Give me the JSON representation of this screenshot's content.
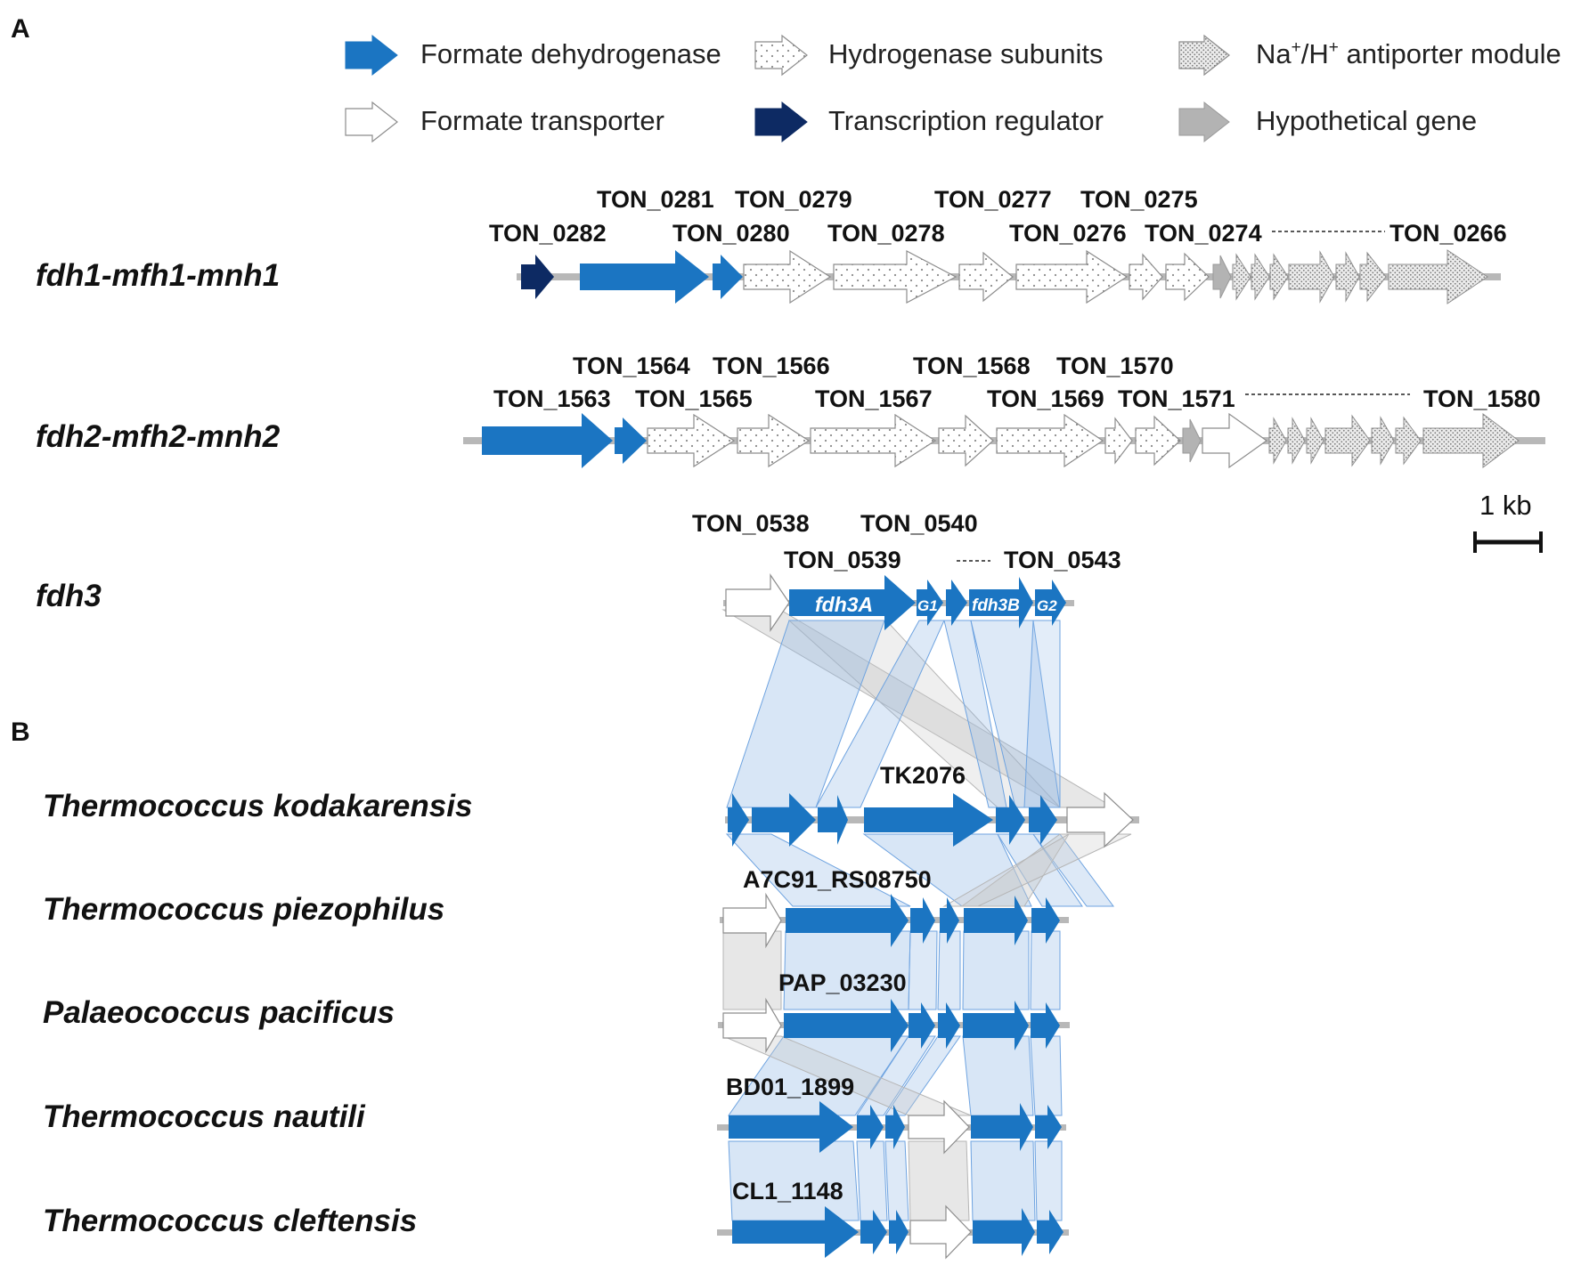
{
  "panels": {
    "a": "A",
    "b": "B"
  },
  "colors": {
    "fdh": "#1b75c2",
    "regulator": "#0d2a63",
    "hypothetical": "#b3b3b3",
    "backbone": "#b8b8b8",
    "outline": "#8c8c8c",
    "blue_link": "#8fb6e6",
    "gray_link": "#c9c9c9"
  },
  "legend": [
    {
      "label": "Formate dehydrogenase",
      "fill": "fdh"
    },
    {
      "label": "Hydrogenase subunits",
      "fill": "dots-sparse"
    },
    {
      "label": "Na+/H+ antiporter module",
      "label_parts": [
        "Na",
        "+",
        "/H",
        "+",
        " antiporter module"
      ],
      "fill": "dots-dense"
    },
    {
      "label": "Formate transporter",
      "fill": "white"
    },
    {
      "label": "Transcription regulator",
      "fill": "regulator"
    },
    {
      "label": "Hypothetical gene",
      "fill": "hypothetical"
    }
  ],
  "scale_bar": {
    "label": "1 kb"
  },
  "panel_a": [
    {
      "title": "fdh1-mfh1-mnh1",
      "top_labels": [
        "TON_0281",
        "TON_0279",
        "TON_0277",
        "TON_0275"
      ],
      "bottom_labels": [
        "TON_0282",
        "TON_0280",
        "TON_0278",
        "TON_0276",
        "TON_0274",
        "TON_0266"
      ]
    },
    {
      "title": "fdh2-mfh2-mnh2",
      "top_labels": [
        "TON_1564",
        "TON_1566",
        "TON_1568",
        "TON_1570"
      ],
      "bottom_labels": [
        "TON_1563",
        "TON_1565",
        "TON_1567",
        "TON_1569",
        "TON_1571",
        "TON_1580"
      ]
    },
    {
      "title": "fdh3",
      "top_labels": [
        "TON_0538",
        "TON_0540"
      ],
      "bottom_labels": [
        "TON_0539",
        "TON_0543"
      ],
      "inner_labels": [
        "fdh3A",
        "G1",
        "fdh3B",
        "G2"
      ]
    }
  ],
  "panel_b": [
    {
      "title": "Thermococcus kodakarensis",
      "label": "TK2076"
    },
    {
      "title": "Thermococcus piezophilus",
      "label": "A7C91_RS08750"
    },
    {
      "title": "Palaeococcus pacificus",
      "label": "PAP_03230"
    },
    {
      "title": "Thermococcus nautili",
      "label": "BD01_1899"
    },
    {
      "title": "Thermococcus cleftensis",
      "label": "CL1_1148"
    }
  ]
}
